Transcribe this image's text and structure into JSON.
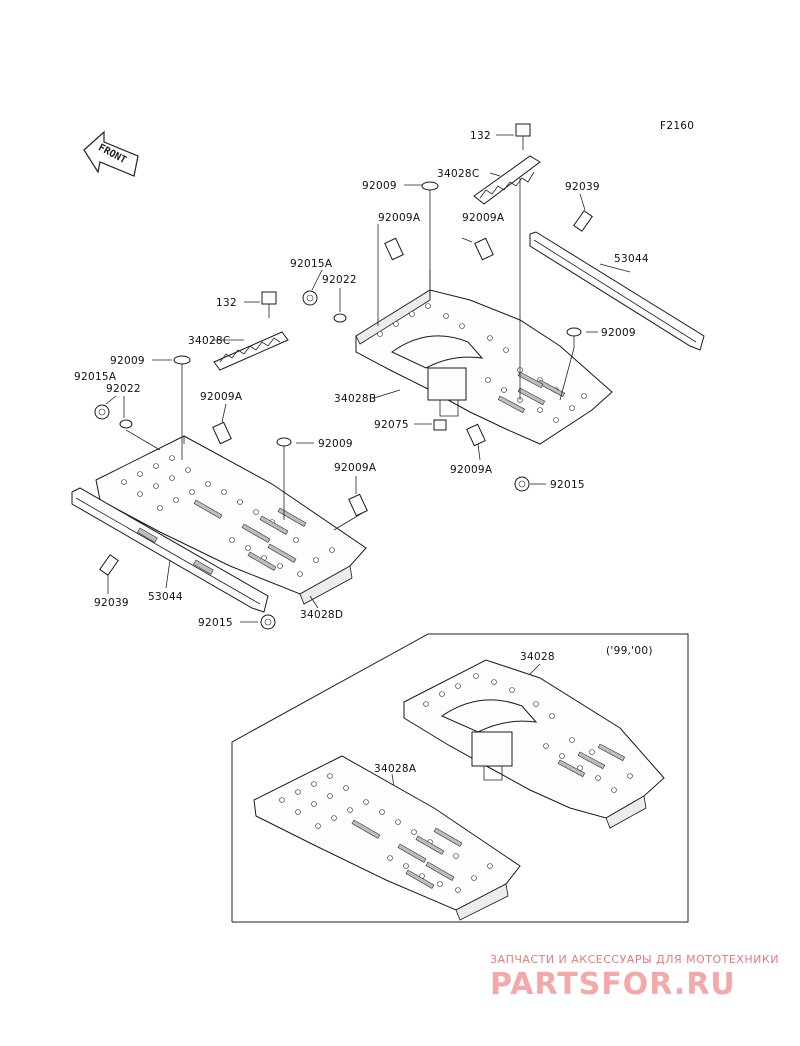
{
  "figure_code": "F2160",
  "inset_note": "('99,'00)",
  "front_arrow_label": "FRONT",
  "labels": {
    "l132_top": "132",
    "l34028C_top": "34028C",
    "l92009_top": "92009",
    "l92039_top": "92039",
    "l92009A_left_top": "92009A",
    "l92009A_right_top": "92009A",
    "l53044_right": "53044",
    "l92015A_mid": "92015A",
    "l92022_mid": "92022",
    "l132_mid": "132",
    "l34028C_mid": "34028C",
    "l92009_rightmid": "92009",
    "l92009_left": "92009",
    "l92015A_left": "92015A",
    "l92022_left": "92022",
    "l92009A_left": "92009A",
    "l34028B": "34028B",
    "l92075": "92075",
    "l92009_center": "92009",
    "l92009A_right_low": "92009A",
    "l92015_right": "92015",
    "l92009A_center": "92009A",
    "l92039_left": "92039",
    "l53044_left": "53044",
    "l34028D": "34028D",
    "l92015_bottom": "92015",
    "l34028": "34028",
    "l34028A": "34028A"
  },
  "watermark": {
    "tagline": "ЗАПЧАСТИ И АКСЕССУАРЫ ДЛЯ МОТОТЕХНИКИ",
    "logo": "PARTSFOR.RU"
  }
}
